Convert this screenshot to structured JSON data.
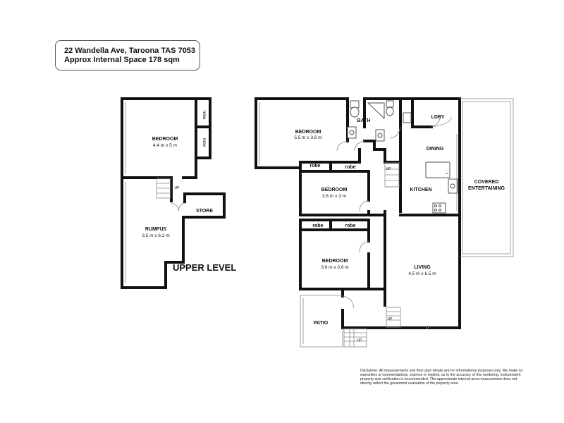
{
  "header": {
    "address": "22 Wandella Ave, Taroona TAS 7053",
    "area": "Approx Internal Space 178 sqm"
  },
  "upper": {
    "title": "UPPER LEVEL",
    "bedroom": {
      "label": "BEDROOM",
      "dims": "4.4 m x 5 m"
    },
    "robe1": "robe",
    "robe2": "robe",
    "stair": "UP",
    "store": "STORE",
    "rumpus": {
      "label": "RUMPUS",
      "dims": "3.5 m x 6.2 m"
    }
  },
  "lower": {
    "bedroom1": {
      "label": "BEDROOM",
      "dims": "5.5 m x 3.6 m"
    },
    "bath": "BATH",
    "laundry": "LDRY",
    "dining": "DINING",
    "kitchen": "KITCHEN",
    "covered": {
      "line1": "COVERED",
      "line2": "ENTERTAINING"
    },
    "bedroom2": {
      "label": "BEDROOM",
      "dims": "3.6 m x 3 m"
    },
    "bedroom3": {
      "label": "BEDROOM",
      "dims": "3.6 m x 3.6 m"
    },
    "robe_a": "robe",
    "robe_b": "robe",
    "robe_c": "robe",
    "robe_d": "robe",
    "living": {
      "label": "LIVING",
      "dims": "4.5 m x 6.5 m"
    },
    "patio": "PATIO",
    "up1": "UP",
    "up2": "UP",
    "up3": "UP"
  },
  "disclaimer": "Disclaimer: All measurements and floor plan details are for informational purposes only. We  make no warranties or representations, express or implied, as to the accuracy of this rendering. Independent property size verification is recommended. The approximate internal area measurement does not directly reflect the goverment evaluation of the property area."
}
